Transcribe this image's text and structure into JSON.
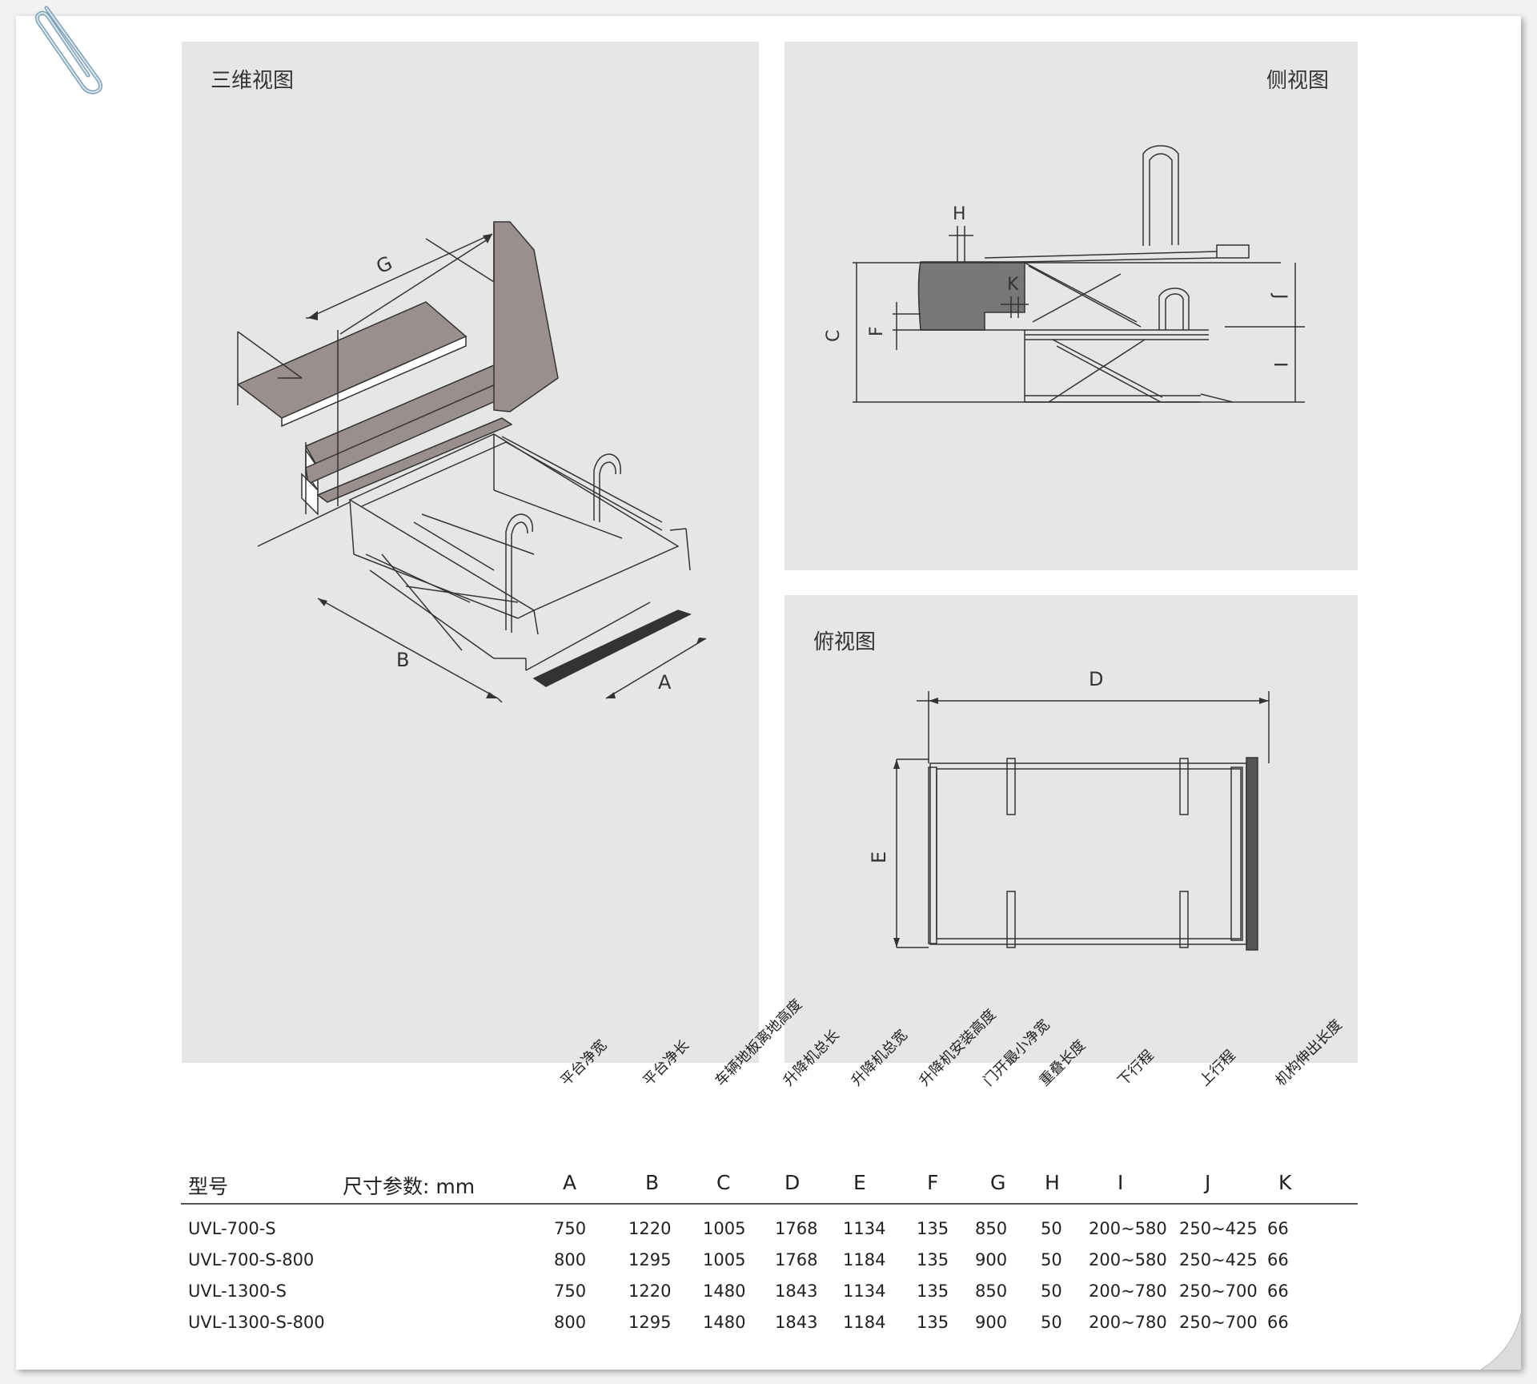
{
  "views": {
    "view_3d": "三维视图",
    "view_side": "侧视图",
    "view_top": "俯视图"
  },
  "dims": {
    "A": "A",
    "B": "B",
    "C": "C",
    "D": "D",
    "E": "E",
    "F": "F",
    "G": "G",
    "H": "H",
    "I": "I",
    "J": "J",
    "K": "K"
  },
  "table": {
    "model_label": "型号",
    "param_label": "尺寸参数: mm",
    "columns": [
      {
        "letter": "A",
        "desc": "平台净宽"
      },
      {
        "letter": "B",
        "desc": "平台净长"
      },
      {
        "letter": "C",
        "desc": "车辆地板离地高度"
      },
      {
        "letter": "D",
        "desc": "升降机总长"
      },
      {
        "letter": "E",
        "desc": "升降机总宽"
      },
      {
        "letter": "F",
        "desc": "升降机安装高度"
      },
      {
        "letter": "G",
        "desc": "门开最小净宽"
      },
      {
        "letter": "H",
        "desc": "重叠长度"
      },
      {
        "letter": "I",
        "desc": "下行程"
      },
      {
        "letter": "J",
        "desc": "上行程"
      },
      {
        "letter": "K",
        "desc": "机构伸出长度"
      }
    ],
    "rows": [
      {
        "model": "UVL-700-S",
        "values": [
          "750",
          "1220",
          "1005",
          "1768",
          "1134",
          "135",
          "850",
          "50",
          "200~580",
          "250~425",
          "66"
        ]
      },
      {
        "model": "UVL-700-S-800",
        "values": [
          "800",
          "1295",
          "1005",
          "1768",
          "1184",
          "135",
          "900",
          "50",
          "200~580",
          "250~425",
          "66"
        ]
      },
      {
        "model": "UVL-1300-S",
        "values": [
          "750",
          "1220",
          "1480",
          "1843",
          "1134",
          "135",
          "850",
          "50",
          "200~780",
          "250~700",
          "66"
        ]
      },
      {
        "model": "UVL-1300-S-800",
        "values": [
          "800",
          "1295",
          "1480",
          "1843",
          "1184",
          "135",
          "900",
          "50",
          "200~780",
          "250~700",
          "66"
        ]
      }
    ]
  }
}
